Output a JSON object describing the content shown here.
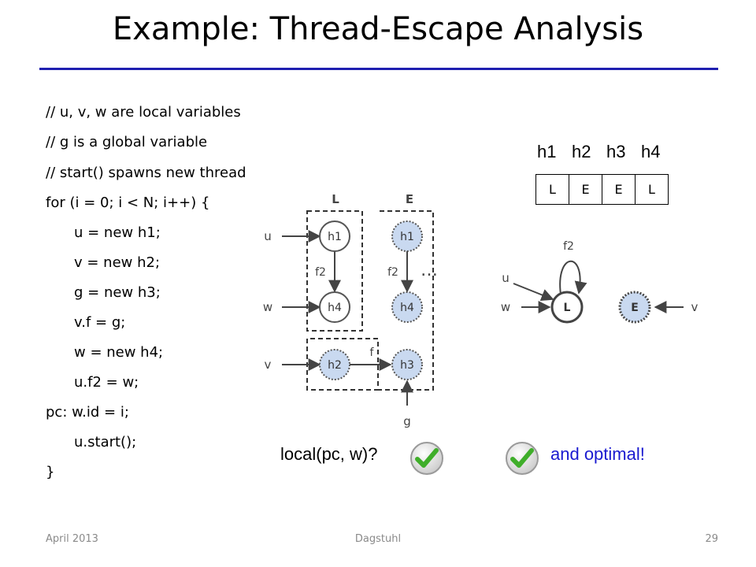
{
  "title": "Example: Thread-Escape Analysis",
  "code_lines": [
    "// u, v, w are local variables",
    "// g is a global variable",
    "// start() spawns new thread",
    "for (i = 0; i < N; i++) {",
    "u = new h1;",
    "v = new h2;",
    "g = new h3;",
    "v.f = g;",
    "w = new h4;",
    "u.f2 = w;",
    "pc: w.id = i;",
    "u.start();",
    "}"
  ],
  "heap_table": {
    "headers": [
      "h1",
      "h2",
      "h3",
      "h4"
    ],
    "values": [
      "L",
      "E",
      "E",
      "L"
    ]
  },
  "graph": {
    "group_labels": [
      "L",
      "E"
    ],
    "nodes": [
      "h1",
      "h4",
      "h1",
      "h4",
      "h2",
      "h3"
    ],
    "vars": [
      "u",
      "w",
      "v",
      "g"
    ],
    "edge_labels": [
      "f2",
      "f2",
      "f"
    ],
    "ellipsis": "…"
  },
  "abstract": {
    "nodes": [
      "L",
      "E"
    ],
    "vars": [
      "u",
      "w",
      "v"
    ],
    "self_edge": "f2"
  },
  "query": "local(pc, w)?",
  "optimal": "and optimal!",
  "footer": {
    "date": "April 2013",
    "venue": "Dagstuhl",
    "page": "29"
  },
  "colors": {
    "accent": "#1f1fb0",
    "escaped_fill": "#c9d9f0",
    "check": "#3fae2a"
  },
  "icons": [
    "check-icon",
    "check-icon"
  ]
}
